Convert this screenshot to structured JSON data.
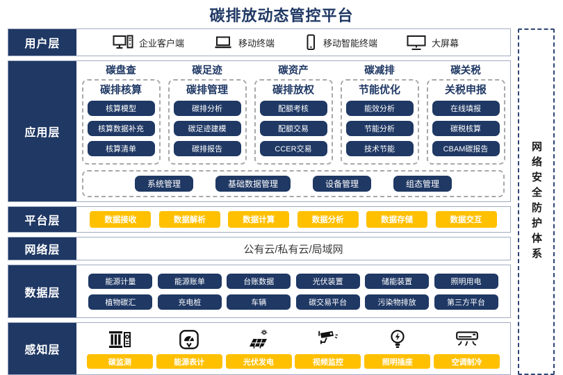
{
  "title": "碳排放动态管控平台",
  "security": {
    "label": "网络安全防护体系"
  },
  "user_layer": {
    "label": "用户层",
    "items": [
      {
        "icon": "desktop-pc-icon",
        "label": "企业客户端"
      },
      {
        "icon": "laptop-icon",
        "label": "移动终端"
      },
      {
        "icon": "smartphone-icon",
        "label": "移动智能终端"
      },
      {
        "icon": "big-screen-icon",
        "label": "大屏幕"
      }
    ]
  },
  "app_layer": {
    "label": "应用层",
    "columns": [
      {
        "header": "碳盘查",
        "subtitle": "碳排核算",
        "items": [
          "核算模型",
          "核算数据补充",
          "核算清单"
        ]
      },
      {
        "header": "碳足迹",
        "subtitle": "碳排管理",
        "items": [
          "碳排分析",
          "碳足迹建模",
          "碳排报告"
        ]
      },
      {
        "header": "碳资产",
        "subtitle": "碳排放权",
        "items": [
          "配额考核",
          "配额交易",
          "CCER交易"
        ]
      },
      {
        "header": "碳减排",
        "subtitle": "节能优化",
        "items": [
          "能效分析",
          "节能分析",
          "技术节能"
        ]
      },
      {
        "header": "碳关税",
        "subtitle": "关税申报",
        "items": [
          "在线填报",
          "碳税核算",
          "CBAM碳报告"
        ]
      }
    ],
    "common_items": [
      "系统管理",
      "基础数据管理",
      "设备管理",
      "组态管理"
    ]
  },
  "platform_layer": {
    "label": "平台层",
    "items": [
      "数据接收",
      "数据解析",
      "数据计算",
      "数据分析",
      "数据存储",
      "数据交互"
    ]
  },
  "network_layer": {
    "label": "网络层",
    "content": "公有云/私有云/局域网"
  },
  "data_layer": {
    "label": "数据层",
    "row1": [
      "能源计量",
      "能源账单",
      "台账数据",
      "光伏装置",
      "储能装置",
      "照明用电"
    ],
    "row2": [
      "植物碳汇",
      "充电桩",
      "车辆",
      "碳交易平台",
      "污染物排放",
      "第三方平台"
    ]
  },
  "perception_layer": {
    "label": "感知层",
    "items": [
      {
        "icon": "carbon-monitor-icon",
        "label": "碳监测"
      },
      {
        "icon": "energy-meter-icon",
        "label": "能源表计"
      },
      {
        "icon": "solar-power-icon",
        "label": "光伏发电"
      },
      {
        "icon": "cctv-camera-icon",
        "label": "视频监控"
      },
      {
        "icon": "light-socket-icon",
        "label": "照明插座"
      },
      {
        "icon": "air-conditioner-icon",
        "label": "空调制冷"
      }
    ]
  },
  "colors": {
    "navy": "#1f3864",
    "yellow": "#ffc000",
    "band_border": "#9faac0",
    "dash_gray": "#a8a8a8"
  }
}
